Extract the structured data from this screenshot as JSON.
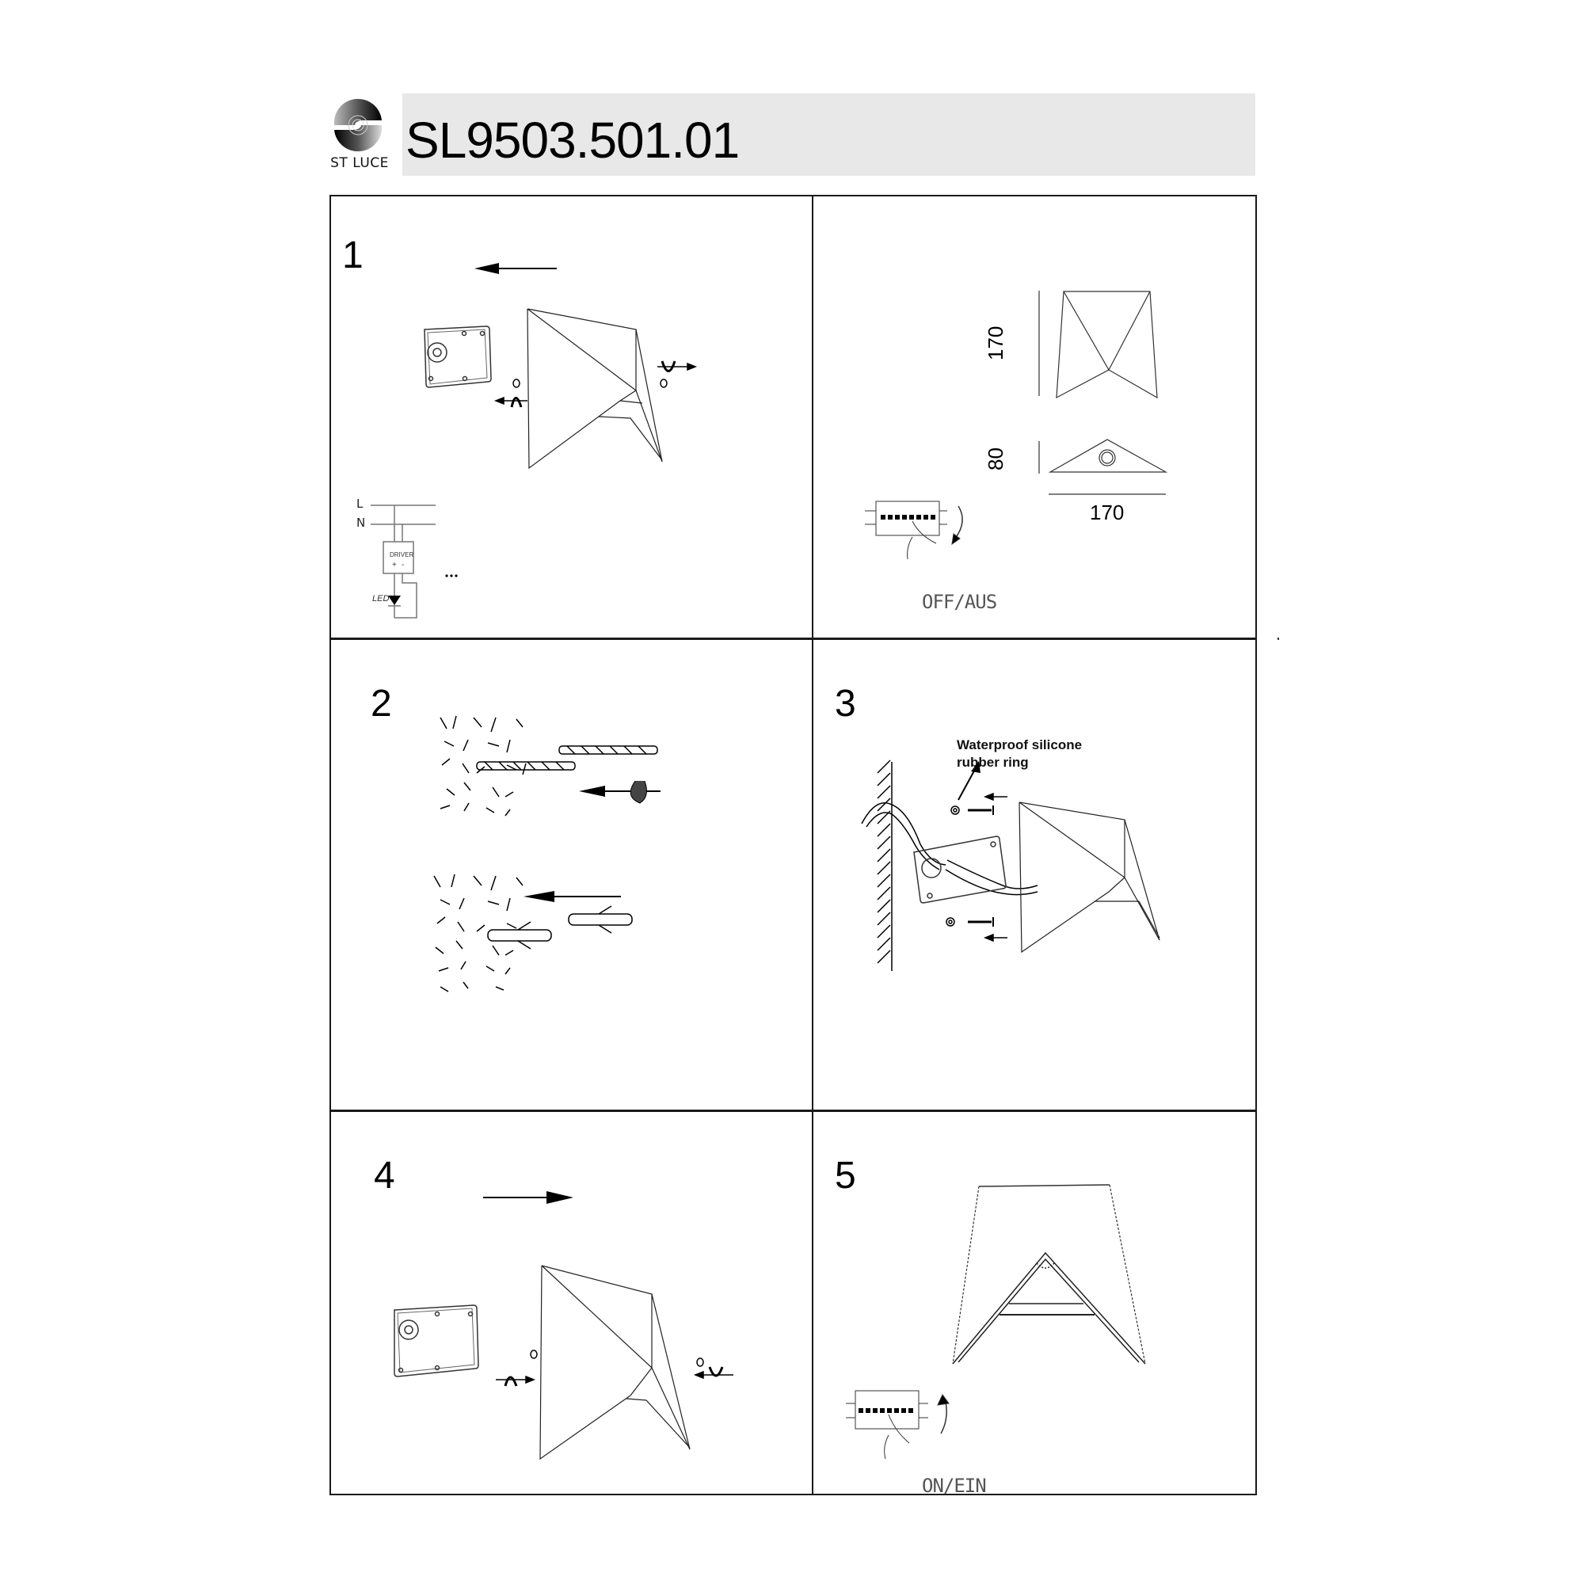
{
  "header": {
    "brand": "ST LUCE",
    "logo_icon": "st-luce-logo-icon",
    "model_code": "SL9503.501.01"
  },
  "panels": [
    {
      "id": "p1",
      "step": "1",
      "description": "Remove mounting plate from fixture",
      "direction_arrow": "left",
      "wiring": {
        "line_label": "L",
        "neutral_label": "N",
        "driver_label": "DRIVER",
        "driver_plus": "+",
        "driver_minus": "-",
        "led_label": "LED",
        "ellipsis": "..."
      }
    },
    {
      "id": "p2",
      "step": "",
      "description": "Dimensions and power off",
      "dimensions": {
        "height": "170",
        "depth": "80",
        "width": "170"
      },
      "switch_caption": "OFF/AUS"
    },
    {
      "id": "p3",
      "step": "2",
      "description": "Drill holes and insert wall plugs"
    },
    {
      "id": "p4",
      "step": "3",
      "description": "Mount plate to wall",
      "annotation_line1": "Waterproof silicone",
      "annotation_line2": "rubber ring"
    },
    {
      "id": "p5",
      "step": "4",
      "description": "Attach fixture to mounting plate",
      "direction_arrow": "right"
    },
    {
      "id": "p6",
      "step": "5",
      "description": "Power on",
      "switch_caption": "ON/EIN"
    }
  ]
}
